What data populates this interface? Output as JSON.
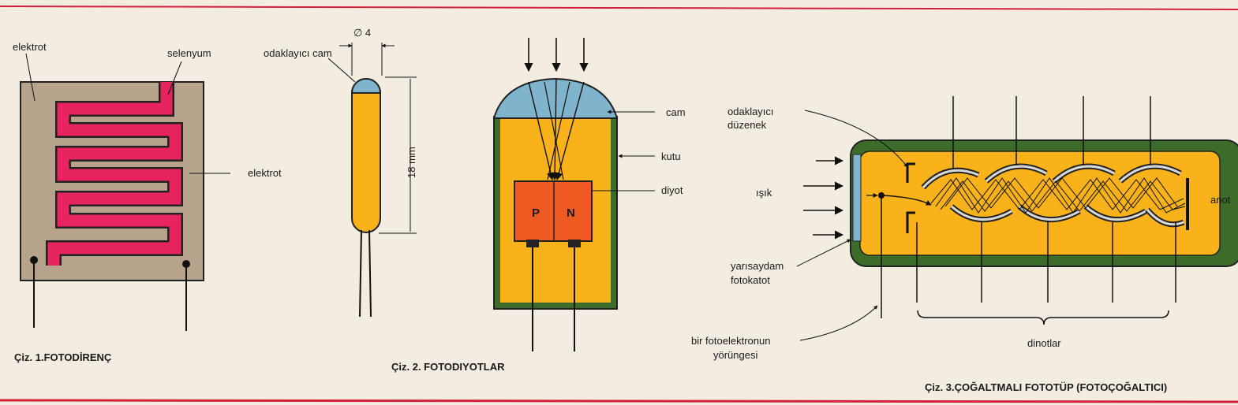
{
  "fig1": {
    "caption": "Çiz. 1.FOTODİRENÇ",
    "label_electrode_top": "elektrot",
    "label_selenium": "selenyum",
    "label_electrode_right": "elektrot"
  },
  "fig2": {
    "caption": "Çiz. 2. FOTODIYOTLAR",
    "label_lens": "odaklayıcı cam",
    "dim_diameter": "∅ 4",
    "dim_length": "18 mm",
    "label_glass": "cam",
    "label_case": "kutu",
    "label_diode": "diyot",
    "p_label": "P",
    "n_label": "N"
  },
  "fig3": {
    "caption": "Çiz. 3.ÇOĞALTMALI FOTOTÜP (FOTOÇOĞALTICI)",
    "label_focusing_1": "odaklayıcı",
    "label_focusing_2": "düzenek",
    "label_light": "ışık",
    "label_photocathode_1": "yarısaydam",
    "label_photocathode_2": "fotokatot",
    "label_trajectory_1": "bir fotoelektronun",
    "label_trajectory_2": "yörüngesi",
    "label_dynodes": "dinotlar",
    "label_anode": "anot"
  },
  "colors": {
    "background": "#f3ece0",
    "frame_red": "#d0203a",
    "resistor_plate": "#b7a38c",
    "selenium_pink": "#e8245e",
    "diode_orange": "#f9b21a",
    "glass_blue": "#7fb4cc",
    "case_green": "#3d6b2a",
    "pn_orange": "#ef5a22"
  }
}
